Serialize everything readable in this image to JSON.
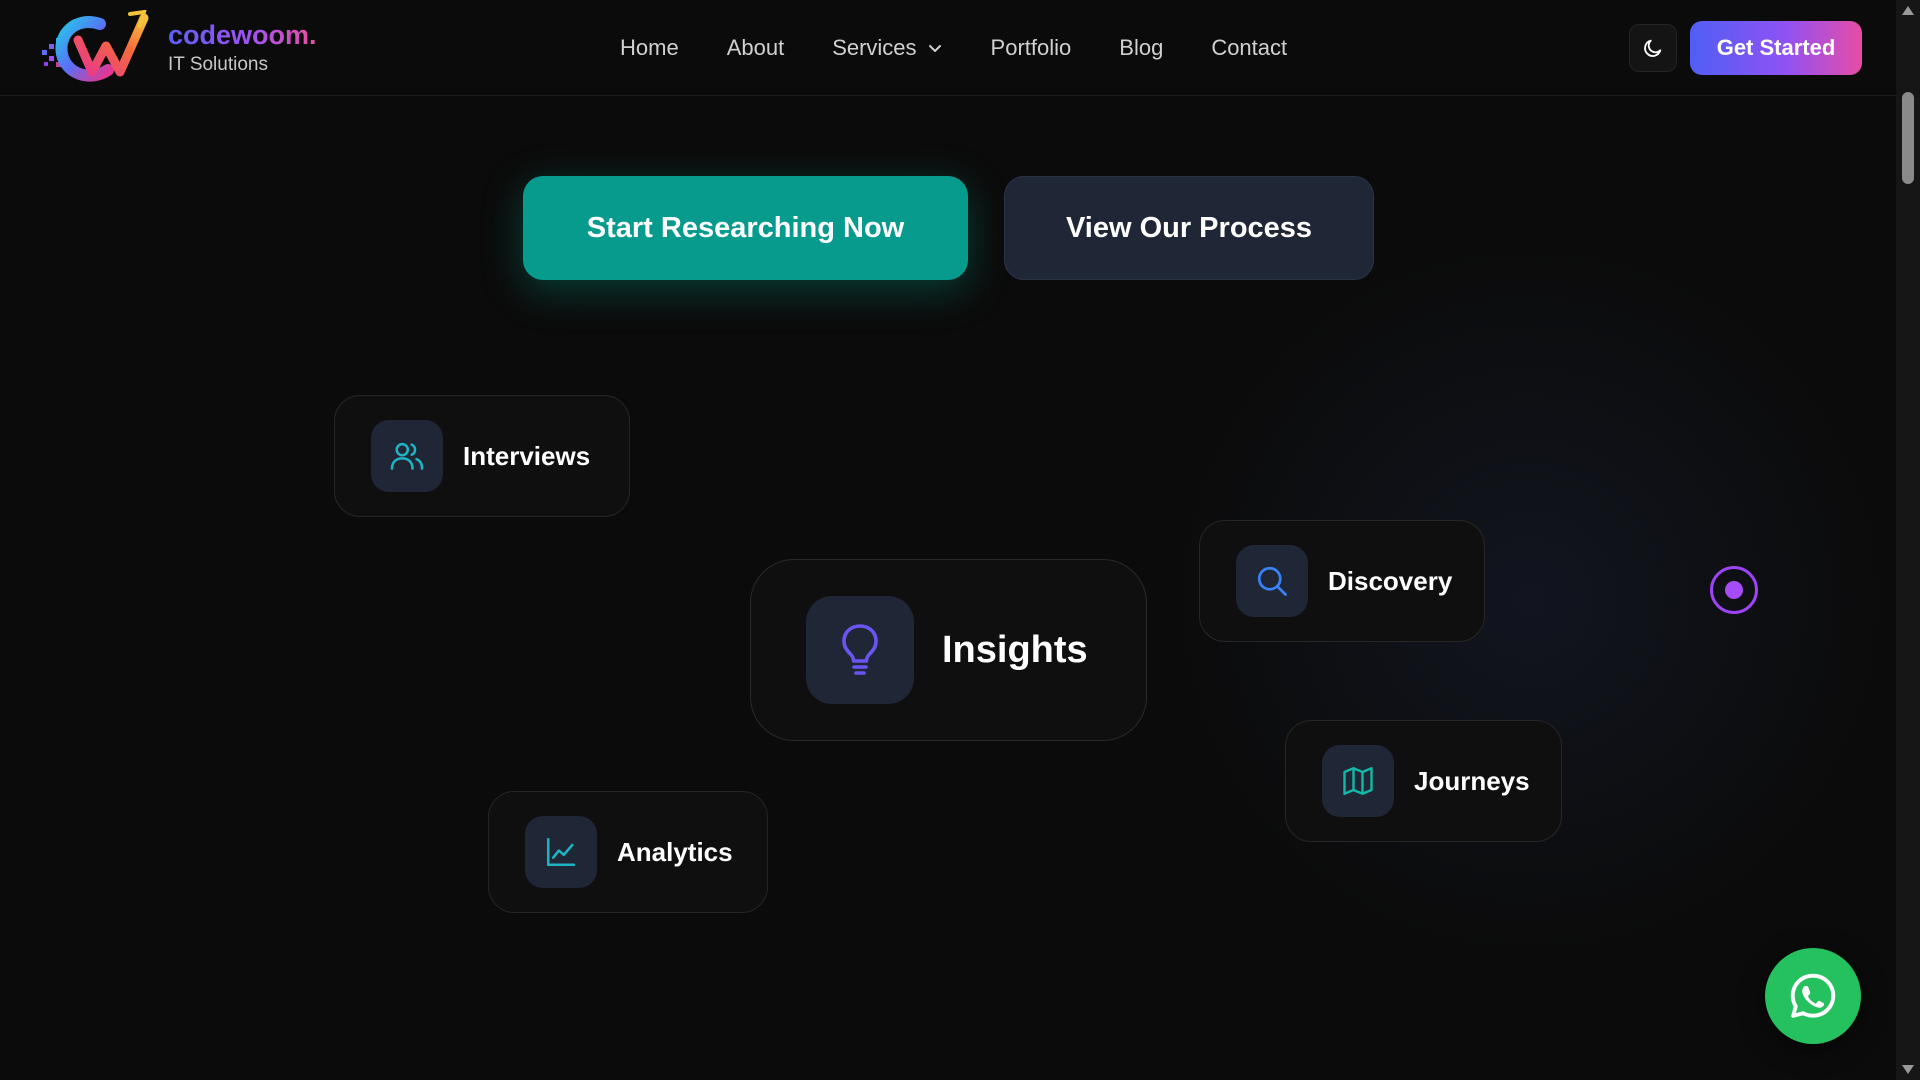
{
  "brand": {
    "name": "codewoom.",
    "tagline": "IT Solutions",
    "logo_icon": "codewoom-logo-icon"
  },
  "nav": {
    "items": [
      {
        "label": "Home"
      },
      {
        "label": "About"
      },
      {
        "label": "Services",
        "icon": "chevron-down-icon"
      },
      {
        "label": "Portfolio"
      },
      {
        "label": "Blog"
      },
      {
        "label": "Contact"
      }
    ],
    "theme_toggle_icon": "moon-icon",
    "cta_label": "Get Started"
  },
  "hero": {
    "primary_cta": "Start Researching Now",
    "secondary_cta": "View Our Process"
  },
  "cards": {
    "interviews": {
      "label": "Interviews",
      "icon": "users-icon"
    },
    "insights": {
      "label": "Insights",
      "icon": "lightbulb-icon"
    },
    "discovery": {
      "label": "Discovery",
      "icon": "search-icon"
    },
    "journeys": {
      "label": "Journeys",
      "icon": "map-icon"
    },
    "analytics": {
      "label": "Analytics",
      "icon": "chart-line-icon"
    }
  },
  "colors": {
    "background": "#0b0b0b",
    "primary_teal": "#079b8d",
    "secondary_button": "#1f2737",
    "accent_purple": "#a44cf6",
    "gradient_start": "#4f5ff5",
    "gradient_end": "#e64da6",
    "whatsapp_green": "#25c15f"
  },
  "floating": {
    "whatsapp_icon": "whatsapp-icon",
    "indicator_icon": "radio-dot-icon"
  }
}
